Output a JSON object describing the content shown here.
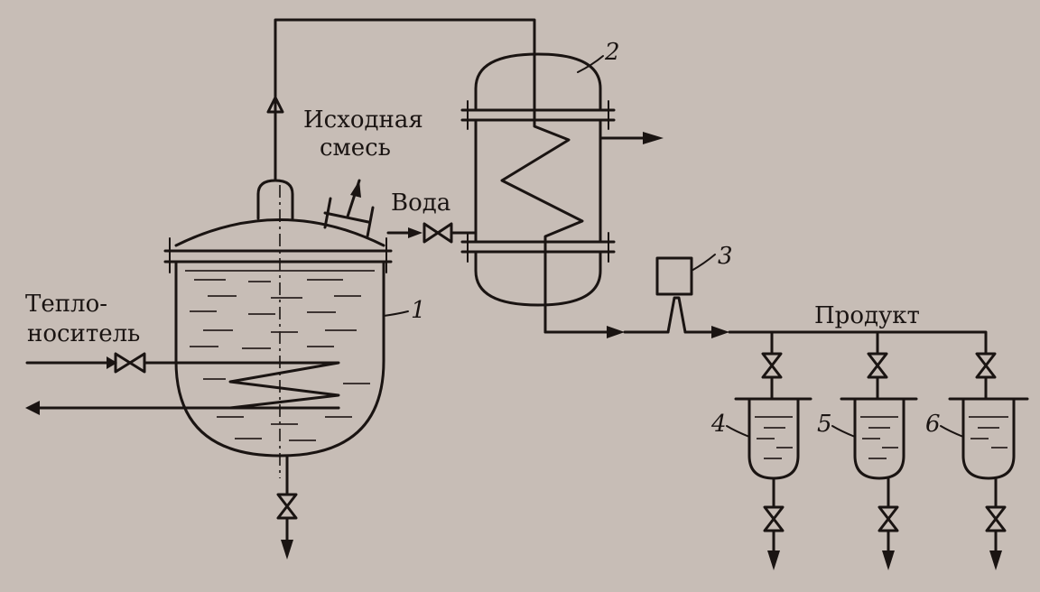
{
  "labels": {
    "feed_line1": "Исходная",
    "feed_line2": "смесь",
    "water": "Вода",
    "heat_line1": "Тепло-",
    "heat_line2": "носитель",
    "product": "Продукт"
  },
  "numbers": {
    "n1": "1",
    "n2": "2",
    "n3": "3",
    "n4": "4",
    "n5": "5",
    "n6": "6"
  }
}
